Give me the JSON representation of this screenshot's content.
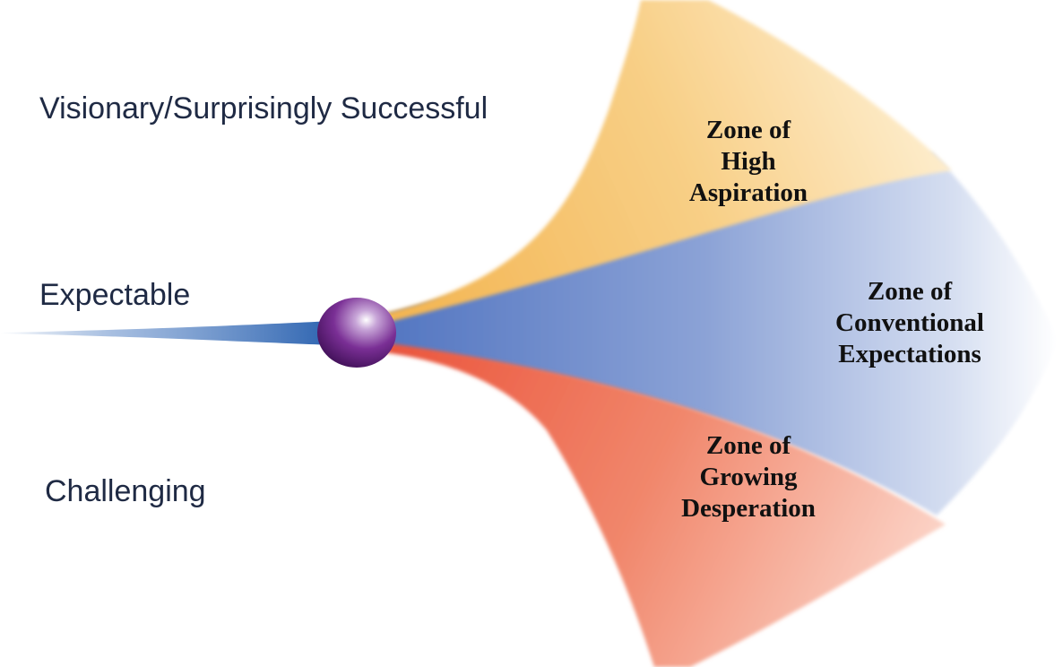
{
  "scenarios": {
    "top": "Visionary/Surprisingly Successful",
    "middle": "Expectable",
    "bottom": "Challenging"
  },
  "zones": {
    "high_aspiration": [
      "Zone of",
      "High",
      "Aspiration"
    ],
    "conventional": [
      "Zone of",
      "Conventional",
      "Expectations"
    ],
    "desperation": [
      "Zone of",
      "Growing",
      "Desperation"
    ]
  },
  "colors": {
    "aspiration": "#f6c063",
    "conventional": "#7f96cf",
    "desperation": "#ee6e4f",
    "stem": "#2f67b4",
    "sphere": "#6b2586",
    "text": "#1f2a44"
  }
}
